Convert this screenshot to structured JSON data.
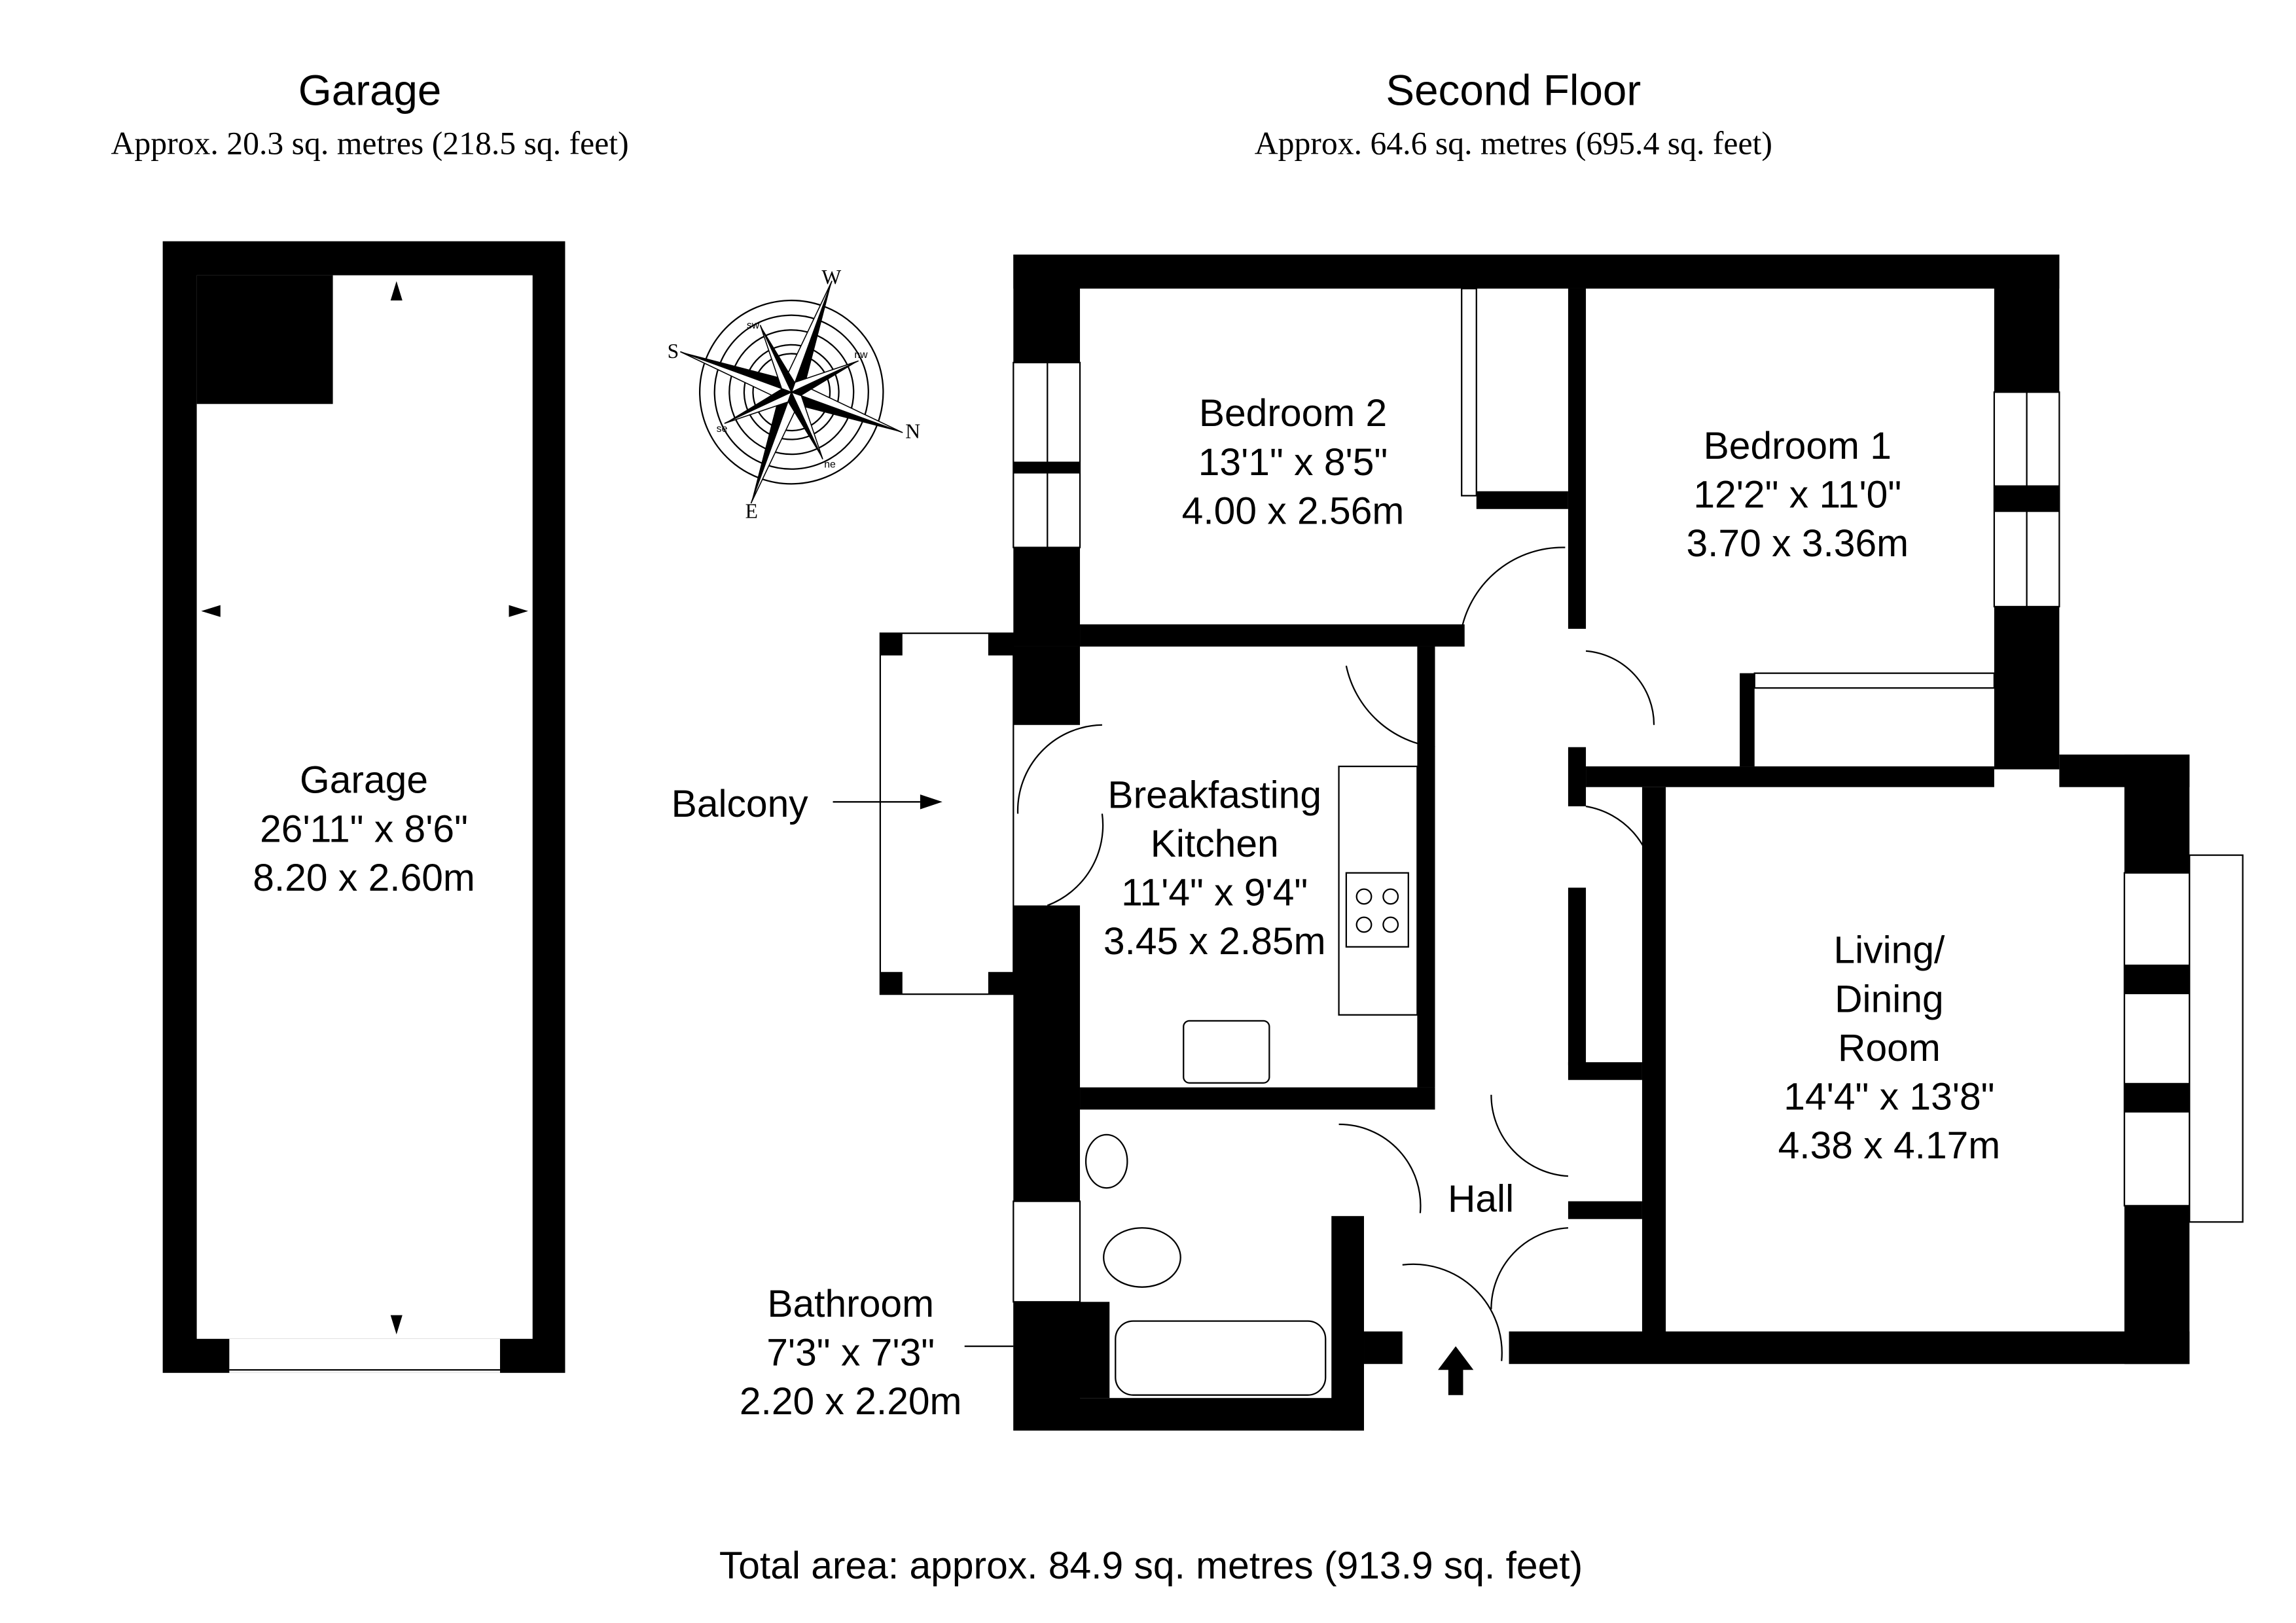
{
  "garage_header": {
    "title": "Garage",
    "area": "Approx. 20.3 sq. metres (218.5 sq. feet)"
  },
  "floor_header": {
    "title": "Second Floor",
    "area": "Approx. 64.6 sq. metres (695.4 sq. feet)"
  },
  "rooms": {
    "garage": {
      "name": "Garage",
      "imperial": "26'11\" x 8'6\"",
      "metric": "8.20 x 2.60m"
    },
    "bedroom2": {
      "name": "Bedroom 2",
      "imperial": "13'1\" x 8'5\"",
      "metric": "4.00 x 2.56m"
    },
    "bedroom1": {
      "name": "Bedroom 1",
      "imperial": "12'2\" x 11'0\"",
      "metric": "3.70 x 3.36m"
    },
    "kitchen": {
      "name1": "Breakfasting",
      "name2": "Kitchen",
      "imperial": "11'4\" x 9'4\"",
      "metric": "3.45 x 2.85m"
    },
    "living": {
      "name1": "Living/",
      "name2": "Dining",
      "name3": "Room",
      "imperial": "14'4\" x 13'8\"",
      "metric": "4.38 x 4.17m"
    },
    "bathroom": {
      "name": "Bathroom",
      "imperial": "7'3\" x 7'3\"",
      "metric": "2.20 x 2.20m"
    },
    "hall": {
      "name": "Hall"
    },
    "balcony": {
      "name": "Balcony"
    }
  },
  "compass": {
    "n": "N",
    "s": "S",
    "e": "E",
    "w": "W",
    "nw": "nw",
    "ne": "ne",
    "sw": "sw",
    "se": "se"
  },
  "footer": {
    "total": "Total area: approx. 84.9 sq. metres (913.9 sq. feet)"
  }
}
